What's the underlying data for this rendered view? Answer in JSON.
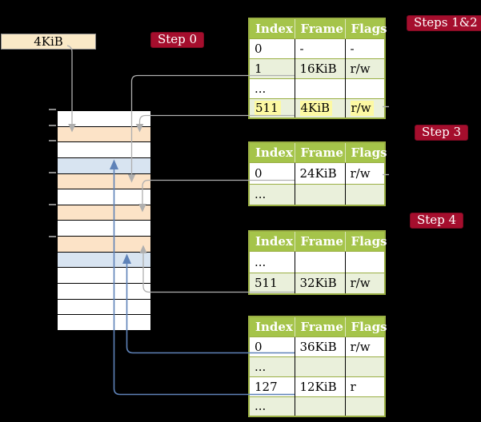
{
  "frame_box": "4KiB",
  "labels": {
    "step0": "Step 0",
    "steps_1_2": "Steps 1&2",
    "step3": "Step 3",
    "step4": "Step 4"
  },
  "tables": [
    {
      "name": "page-table-steps-1-2",
      "headers": [
        "Index",
        "Frame",
        "Flags"
      ],
      "rows": [
        {
          "cells": [
            "0",
            "-",
            "-"
          ],
          "shaded": false,
          "highlighted": false
        },
        {
          "cells": [
            "1",
            "16KiB",
            "r/w"
          ],
          "shaded": true,
          "highlighted": false
        },
        {
          "cells": [
            "...",
            "",
            ""
          ],
          "shaded": false,
          "highlighted": false
        },
        {
          "cells": [
            "511",
            "4KiB",
            "r/w"
          ],
          "shaded": true,
          "highlighted": true
        }
      ]
    },
    {
      "name": "page-table-step-3",
      "headers": [
        "Index",
        "Frame",
        "Flags"
      ],
      "rows": [
        {
          "cells": [
            "0",
            "24KiB",
            "r/w"
          ],
          "shaded": false,
          "highlighted": false
        },
        {
          "cells": [
            "...",
            "",
            ""
          ],
          "shaded": true,
          "highlighted": false
        }
      ]
    },
    {
      "name": "page-table-step-4",
      "headers": [
        "Index",
        "Frame",
        "Flags"
      ],
      "rows": [
        {
          "cells": [
            "...",
            "",
            ""
          ],
          "shaded": false,
          "highlighted": false
        },
        {
          "cells": [
            "511",
            "32KiB",
            "r/w"
          ],
          "shaded": true,
          "highlighted": false
        }
      ]
    },
    {
      "name": "page-table-final",
      "headers": [
        "Index",
        "Frame",
        "Flags"
      ],
      "rows": [
        {
          "cells": [
            "0",
            "36KiB",
            "r/w"
          ],
          "shaded": false,
          "highlighted": false
        },
        {
          "cells": [
            "...",
            "",
            ""
          ],
          "shaded": true,
          "highlighted": false
        },
        {
          "cells": [
            "127",
            "12KiB",
            "r"
          ],
          "shaded": false,
          "highlighted": false
        },
        {
          "cells": [
            "...",
            "",
            ""
          ],
          "shaded": true,
          "highlighted": false
        }
      ]
    }
  ],
  "memory": {
    "rows": [
      "white",
      "peach",
      "white",
      "blue",
      "peach",
      "white",
      "peach",
      "white",
      "peach",
      "blue",
      "white",
      "white",
      "white",
      "white"
    ]
  },
  "colors": {
    "background": "#000000",
    "label_red": "#A50E2D",
    "table_header_green": "#A5C44A",
    "table_border_olive": "#9AAF44",
    "table_row_green": "#EAF0DB",
    "highlight_yellow": "#FDF9A3",
    "memory_peach": "#FCE3C7",
    "memory_blue": "#D8E4F1",
    "frame_box_cream": "#FAE9C7",
    "line_gray": "#AFAFAF",
    "line_blue": "#5E82B8"
  }
}
